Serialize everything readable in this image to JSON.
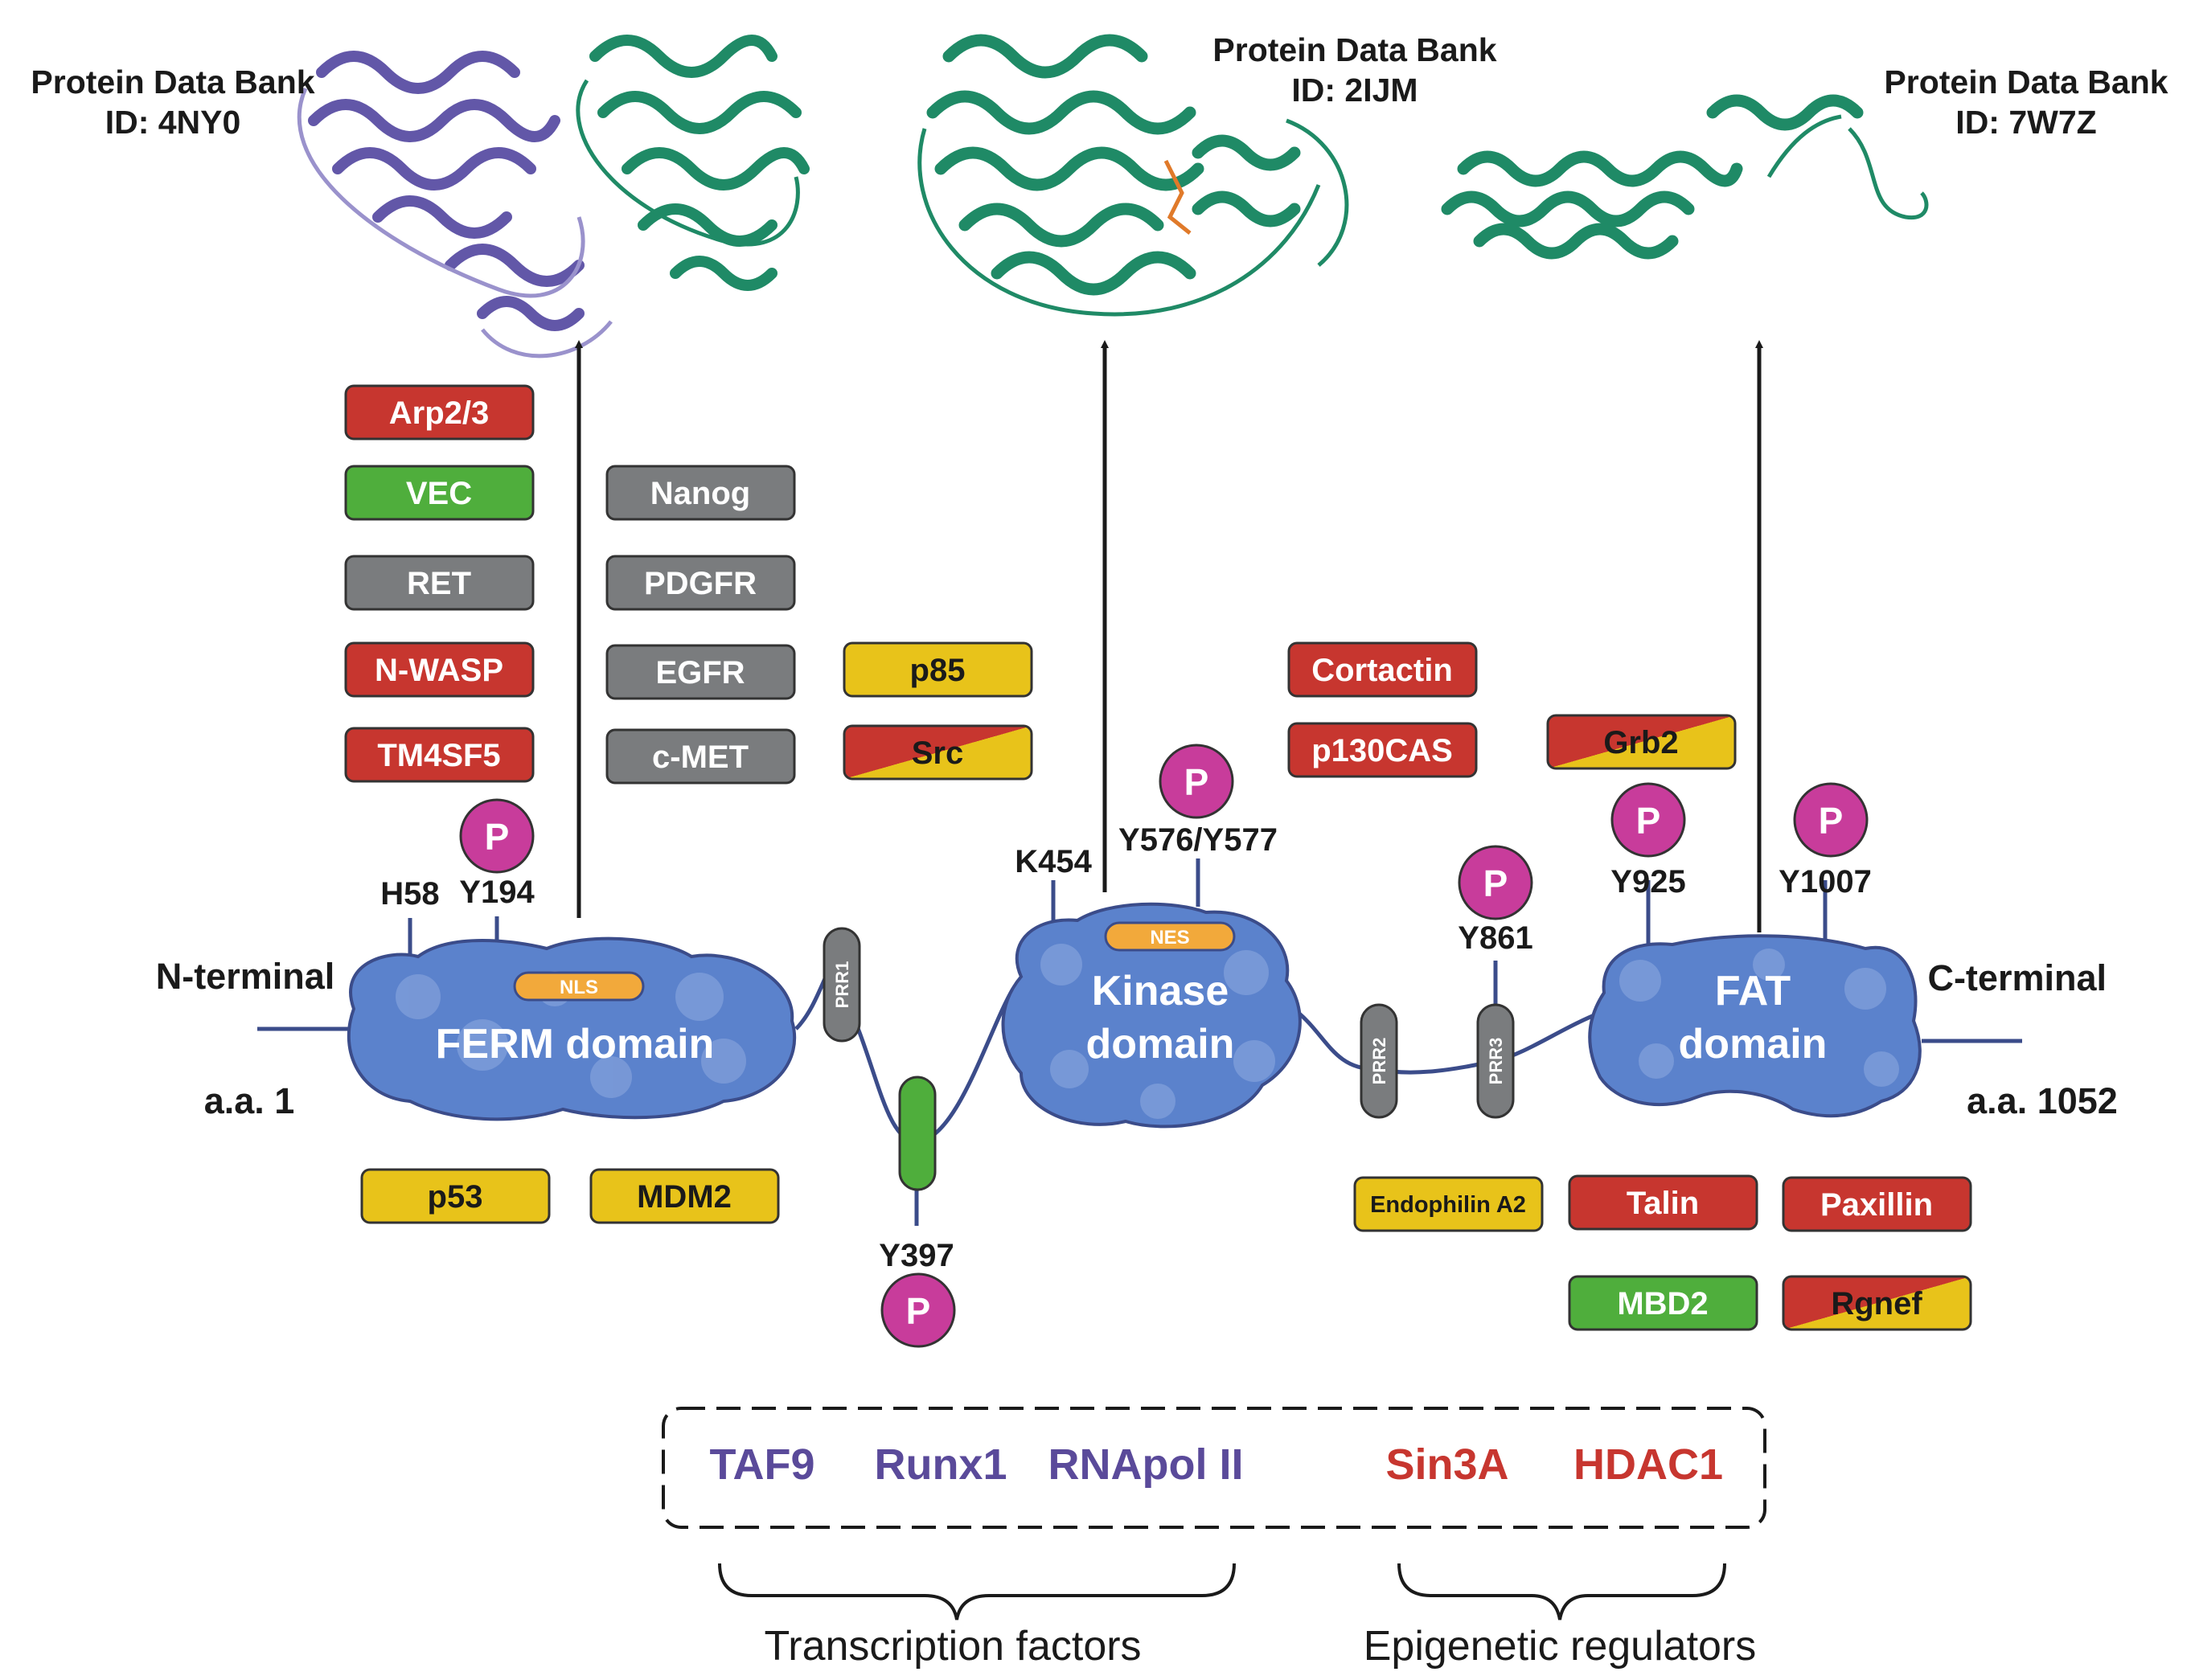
{
  "colors": {
    "red": "#c7362f",
    "green": "#4fae3c",
    "gray": "#7a7c7e",
    "yellow": "#e8c31a",
    "orange": "#f2a93b",
    "domain_blue": "#5b82cc",
    "domain_blue_light": "#8aa6dd",
    "phospho": "#c83c9b",
    "linker": "#3b4c8a",
    "purple_text": "#5a4a9a",
    "red_text": "#c7362f",
    "pdb_green": "#1f8a66",
    "pdb_purple": "#6257a8"
  },
  "pdb": [
    {
      "line1": "Protein Data Bank",
      "line2": "ID: 4NY0"
    },
    {
      "line1": "Protein Data Bank",
      "line2": "ID: 2IJM"
    },
    {
      "line1": "Protein Data Bank",
      "line2": "ID: 7W7Z"
    }
  ],
  "domains": {
    "ferm": "FERM domain",
    "kinase_line1": "Kinase",
    "kinase_line2": "domain",
    "fat_line1": "FAT",
    "fat_line2": "domain",
    "nls": "NLS",
    "nes": "NES",
    "prr1": "PRR1",
    "prr2": "PRR2",
    "prr3": "PRR3"
  },
  "termini": {
    "n_terminal": "N-terminal",
    "c_terminal": "C-terminal",
    "aa_start": "a.a. 1",
    "aa_end": "a.a. 1052"
  },
  "residues": {
    "h58": "H58",
    "y194": "Y194",
    "y397": "Y397",
    "k454": "K454",
    "y576": "Y576/Y577",
    "y861": "Y861",
    "y925": "Y925",
    "y1007": "Y1007",
    "p": "P"
  },
  "partners": {
    "arp23": "Arp2/3",
    "vec": "VEC",
    "ret": "RET",
    "nwasp": "N-WASP",
    "tm4sf5": "TM4SF5",
    "nanog": "Nanog",
    "pdgfr": "PDGFR",
    "egfr": "EGFR",
    "cmet": "c-MET",
    "p85": "p85",
    "src": "Src",
    "cortactin": "Cortactin",
    "p130cas": "p130CAS",
    "grb2": "Grb2",
    "p53": "p53",
    "mdm2": "MDM2",
    "endophilin": "Endophilin A2",
    "talin": "Talin",
    "paxillin": "Paxillin",
    "mbd2": "MBD2",
    "rgnef": "Rgnef"
  },
  "nuclear": {
    "taf9": "TAF9",
    "runx1": "Runx1",
    "rnapol": "RNApol II",
    "sin3a": "Sin3A",
    "hdac1": "HDAC1",
    "group_tf": "Transcription factors",
    "group_epi": "Epigenetic regulators"
  }
}
